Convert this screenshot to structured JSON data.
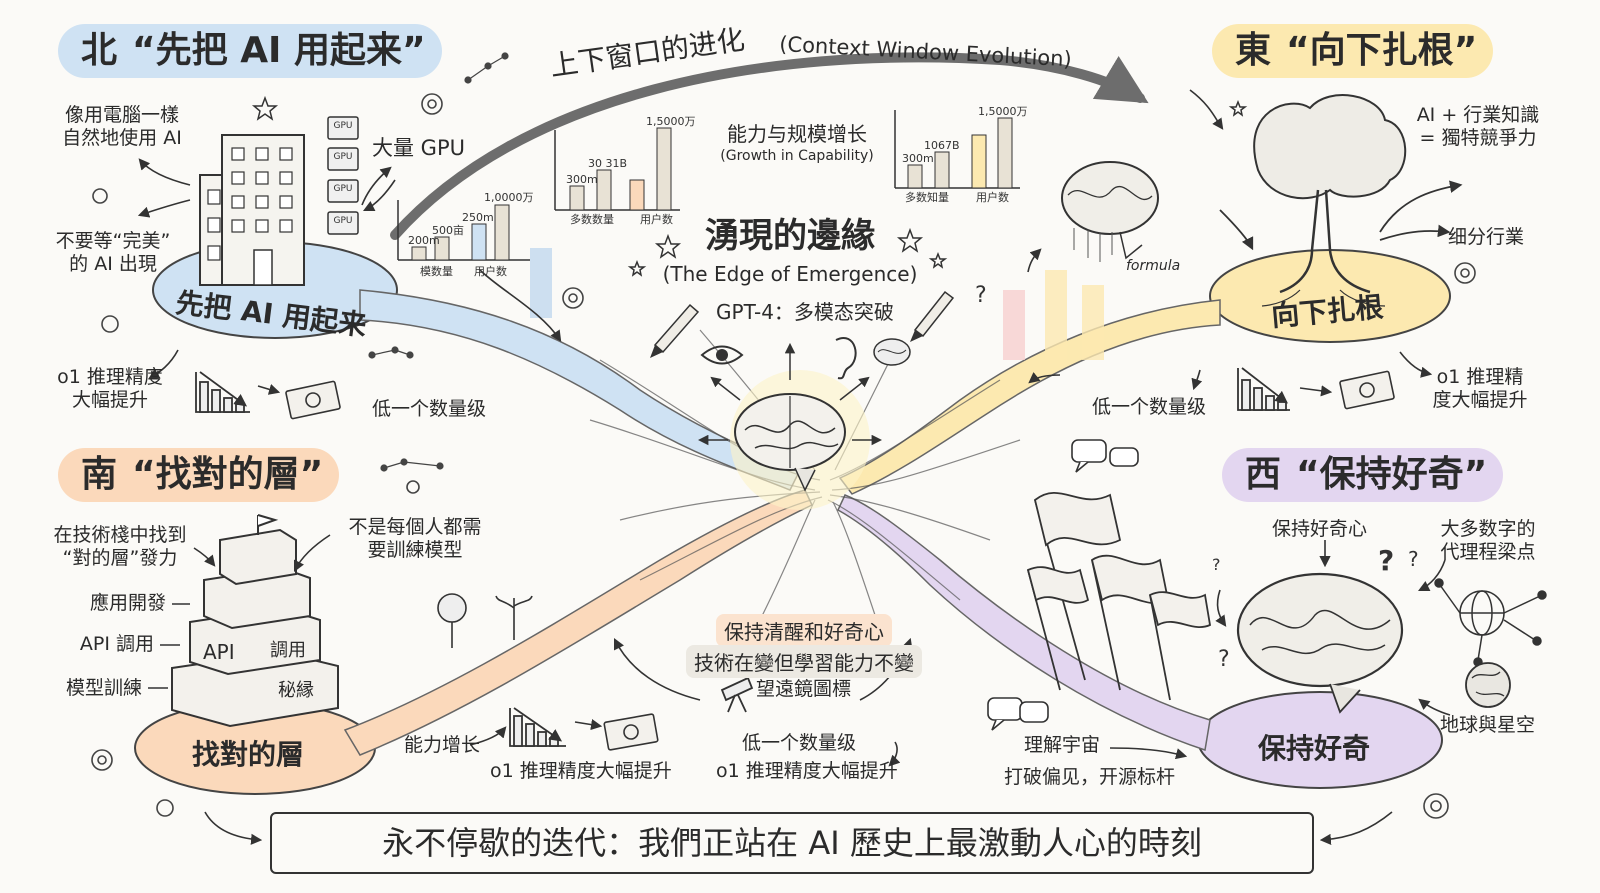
{
  "corners": {
    "north": {
      "dir": "北",
      "title": "“先把 AI 用起来”"
    },
    "east": {
      "dir": "東",
      "title": "“向下扎根”"
    },
    "south": {
      "dir": "南",
      "title": "“找對的層”"
    },
    "west": {
      "dir": "西",
      "title": "“保持好奇”"
    }
  },
  "arc": {
    "title": "上下窗口的进化",
    "subtitle": "(Context Window Evolution)"
  },
  "center": {
    "title": "湧現的邊緣",
    "subtitle": "(The Edge of Emergence)",
    "gpt4": "GPT-4：多模态突破"
  },
  "growth": {
    "title": "能力与规模增长",
    "subtitle": "(Growth in Capability)"
  },
  "north": {
    "note1_l1": "像用電腦一樣",
    "note1_l2": "自然地使用 AI",
    "note2_l1": "不要等“完美”",
    "note2_l2": "的 AI 出現",
    "gpu_label": "大量 GPU",
    "gpu_chip": "GPU",
    "platform": "先把 AI 用起来",
    "o1_l1": "o1 推理精度",
    "o1_l2": "大幅提升",
    "cost": "低一个数量级"
  },
  "chart_left": {
    "v1": "200m",
    "v2": "500亩",
    "v3": "250m",
    "v4": "1,0000万",
    "cat1": "模数量",
    "cat2": "用户数"
  },
  "chart_mid": {
    "v1": "300m",
    "v2": "30 31B",
    "v3": "1,5000万",
    "cat1": "多数数量",
    "cat2": "用户数"
  },
  "chart_right": {
    "v1": "300m",
    "v2": "1067B",
    "v3": "1,5000万",
    "cat1": "多数知量",
    "cat2": "用户数"
  },
  "east": {
    "formula": "formula",
    "knowledge_l1": "AI + 行業知識",
    "knowledge_l2": "= 獨特競爭力",
    "niche": "细分行業",
    "platform": "向下扎根",
    "cost": "低一个数量级",
    "o1_l1": "o1 推理精",
    "o1_l2": "度大幅提升"
  },
  "south": {
    "note1_l1": "在技術棧中找到",
    "note1_l2": "“對的層”發力",
    "note2_l1": "不是每個人都需",
    "note2_l2": "要訓練模型",
    "layer_app": "應用開發",
    "layer_api": "API 調用",
    "layer_train": "模型訓練",
    "block_api": "API",
    "block_call": "調用",
    "block_train": "秘縁",
    "platform": "找對的層",
    "growth": "能力增长",
    "o1": "o1 推理精度大幅提升"
  },
  "middle_bottom": {
    "sticky1": "保持清醒和好奇心",
    "sticky2": "技術在變但學習能力不變",
    "telescope": "望遠鏡圖標",
    "cost": "低一个数量级",
    "o1": "o1 推理精度大幅提升"
  },
  "west": {
    "curious": "保持好奇心",
    "agents_l1": "大多数字的",
    "agents_l2": "代理程梁点",
    "platform": "保持好奇",
    "universe": "理解宇宙",
    "bias": "打破偏见，开源标杆",
    "earth": "地球與星空"
  },
  "footer": "永不停歇的迭代：我們正站在 AI 歷史上最激動人心的時刻",
  "colors": {
    "north": "#cfe2f3",
    "east": "#fce9b0",
    "south": "#fbd9bb",
    "west": "#e3d6f0",
    "ink": "#2b2b2b",
    "sticky": "#fbe3cf"
  }
}
